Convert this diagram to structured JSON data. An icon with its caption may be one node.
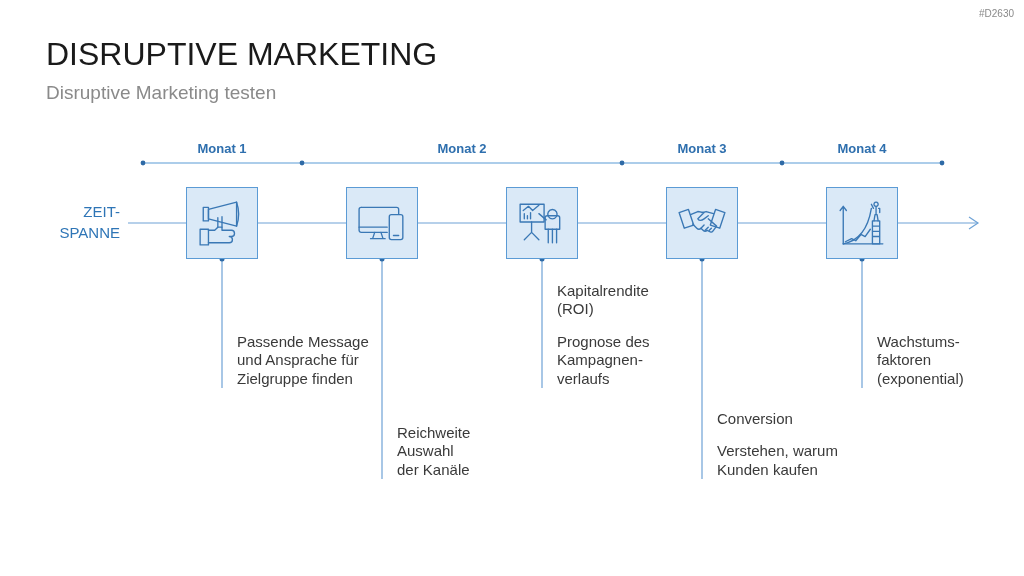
{
  "diagram": {
    "title": "DISRUPTIVE MARKETING",
    "nodes": [
      {
        "text": [
          "ZEIT- SPANNE"
        ]
      },
      {
        "text": [],
        "shape": "picture"
      },
      {
        "text": [],
        "shape": "picture"
      },
      {
        "text": [],
        "shape": "picture"
      },
      {
        "text": [],
        "shape": "picture"
      },
      {
        "text": [],
        "shape": "picture"
      },
      {
        "text": [
          "Passende Message und Ansprache für Zielgruppe finden"
        ]
      },
      {
        "text": [
          "Reichweite Auswahl der Kanäle"
        ]
      },
      {
        "text": [
          "Kapitalrendite (ROI)",
          "Prognose des Kampagnen- verlaufs"
        ]
      },
      {
        "text": [
          "Conversion",
          "Verstehen, warum Kunden kaufen"
        ]
      },
      {
        "text": [
          "Wachstums- faktoren (exponential)"
        ]
      }
    ],
    "edges": [
      {
        "from": 0,
        "to": 1,
        "arrow": "none"
      },
      {
        "from": 1,
        "to": 2,
        "arrow": "none"
      },
      {
        "from": 2,
        "to": 3,
        "arrow": "none"
      },
      {
        "from": 3,
        "to": 4,
        "arrow": "none"
      },
      {
        "from": 4,
        "to": 5,
        "arrow": "none"
      },
      {
        "from": 5,
        "to": null,
        "arrow": "to"
      },
      {
        "from": 1,
        "to": 6,
        "arrow": "other"
      },
      {
        "from": 2,
        "to": 7,
        "arrow": "other"
      },
      {
        "from": 3,
        "to": 8,
        "arrow": "other"
      },
      {
        "from": 4,
        "to": 9,
        "arrow": "other"
      },
      {
        "from": 5,
        "to": 10,
        "arrow": "other"
      }
    ],
    "labels": [
      "#D2630",
      "Disruptive Marketing testen",
      "Monat 1",
      "Monat 2",
      "Monat 3",
      "Monat 4"
    ]
  }
}
